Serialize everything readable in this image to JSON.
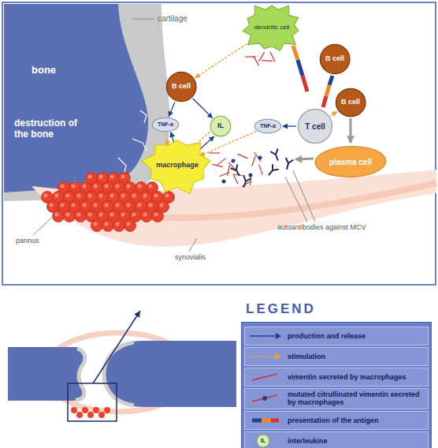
{
  "diagram": {
    "nodes": [
      {
        "text": [
          "dendritic cell"
        ]
      },
      {
        "text": [
          "B cell"
        ]
      },
      {
        "text": [
          "B cell"
        ]
      },
      {
        "text": [
          "TNF-α"
        ]
      },
      {
        "text": [
          "IL"
        ]
      },
      {
        "text": [
          "T cell"
        ]
      },
      {
        "text": [
          "TNF-α"
        ]
      },
      {
        "text": [
          "B cell"
        ]
      },
      {
        "text": [
          "macrophage"
        ]
      },
      {
        "text": [
          "plasma cell"
        ]
      }
    ],
    "edges": [
      {
        "from": 2,
        "to": 3,
        "arrow": "to"
      },
      {
        "from": 2,
        "to": 4,
        "arrow": "to"
      },
      {
        "from": 8,
        "to": 3,
        "arrow": "to"
      },
      {
        "from": 3,
        "to": 8,
        "arrow": "to"
      },
      {
        "from": 8,
        "to": 4,
        "arrow": "to"
      },
      {
        "from": 4,
        "to": 8,
        "arrow": "to"
      },
      {
        "from": 2,
        "to": 0,
        "arrow": "both"
      },
      {
        "from": 5,
        "to": 6,
        "arrow": "to"
      },
      {
        "from": 6,
        "to": 8,
        "arrow": "to"
      },
      {
        "from": 5,
        "to": 7,
        "arrow": "to"
      },
      {
        "from": 7,
        "to": 9,
        "arrow": "to"
      }
    ],
    "labels": [
      "cartilage",
      "bone",
      "destruction of the bone",
      "pannus",
      "synovialis",
      "autoantibodies against MCV",
      "LEGEND",
      "IL"
    ],
    "legend": [
      {
        "text": "production and release"
      },
      {
        "text": "stimulation"
      },
      {
        "text": "vimentin secreted by macrophages"
      },
      {
        "text": "mutated citrullinated vimentin secreted by macrophages"
      },
      {
        "text": "presentation of the antigen"
      },
      {
        "text": "interleukine"
      }
    ]
  }
}
